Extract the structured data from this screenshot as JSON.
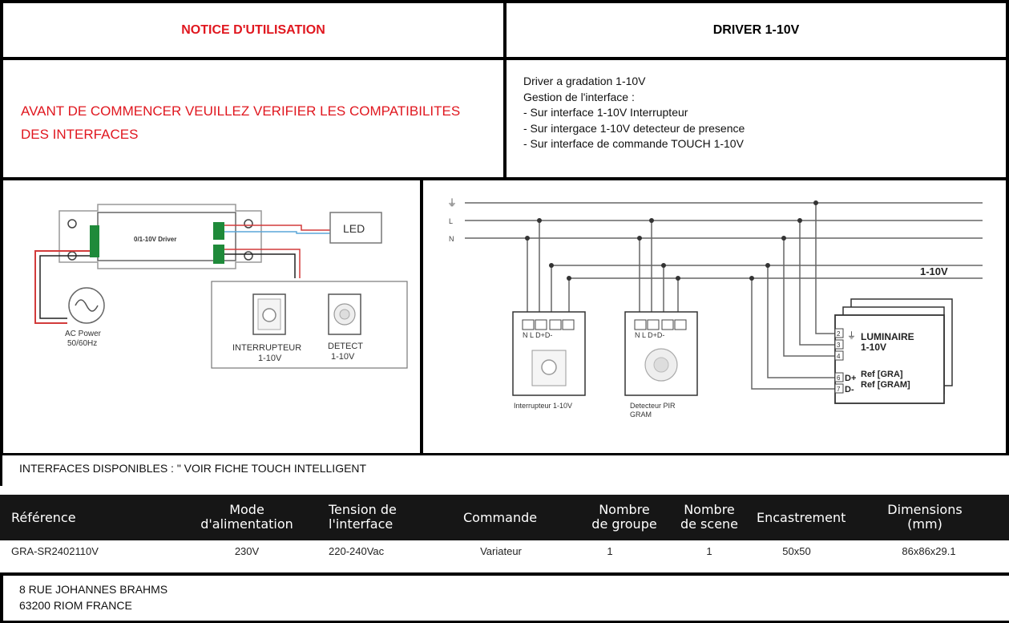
{
  "header": {
    "left_title": "NOTICE D'UTILISATION",
    "right_title": "DRIVER 1-10V"
  },
  "warning": {
    "line1": "AVANT DE COMMENCER VEUILLEZ VERIFIER LES COMPATIBILITES",
    "line2": "DES INTERFACES"
  },
  "specs": [
    "Driver a gradation 1-10V",
    "Gestion de l'interface :",
    "- Sur interface 1-10V Interrupteur",
    "- Sur intergace 1-10V detecteur de presence",
    "- Sur interface de commande TOUCH 1-10V"
  ],
  "diagram_left": {
    "driver_label": "0/1-10V  Driver",
    "led_label": "LED",
    "ac_power": "AC Power",
    "ac_freq": "50/60Hz",
    "switch_label_1": "INTERRUPTEUR",
    "switch_label_2": "1-10V",
    "detect_label_1": "DETECT",
    "detect_label_2": "1-10V"
  },
  "diagram_right": {
    "line_earth": "⏚",
    "line_l": "L",
    "line_n": "N",
    "bus_label": "1-10V",
    "terminal_labels": "N  L    D+D-",
    "device1": "Interrupteur 1-10V",
    "device2_1": "Detecteur PIR",
    "device2_2": "GRAM",
    "luminaire_1": "LUMINAIRE",
    "luminaire_2": "1-10V",
    "ref1": "Ref [GRA]",
    "ref2": "Ref [GRAM]",
    "dplus": "D+",
    "dminus": "D-",
    "pin2": "2",
    "pin3": "3",
    "pin4": "4",
    "pin6": "6",
    "pin7": "7"
  },
  "interfaces_note": "INTERFACES DISPONIBLES : \" VOIR FICHE TOUCH INTELLIGENT",
  "table": {
    "headers": {
      "reference": "Référence",
      "mode_1": "Mode",
      "mode_2": "d'alimentation",
      "tension_1": "Tension de",
      "tension_2": "l'interface",
      "commande": "Commande",
      "groupe_1": "Nombre",
      "groupe_2": "de groupe",
      "scene_1": "Nombre",
      "scene_2": "de scene",
      "encastrement": "Encastrement",
      "dimensions_1": "Dimensions",
      "dimensions_2": "(mm)"
    },
    "row": {
      "reference": "GRA-SR2402110V",
      "mode": "230V",
      "tension": "220-240Vac",
      "commande": "Variateur",
      "groupe": "1",
      "scene": "1",
      "encastrement": "50x50",
      "dimensions": "86x86x29.1"
    }
  },
  "address": {
    "line1": "8 RUE JOHANNES BRAHMS",
    "line2": "63200 RIOM FRANCE"
  },
  "colors": {
    "warning_red": "#e0171f",
    "table_header_bg": "#161616"
  }
}
